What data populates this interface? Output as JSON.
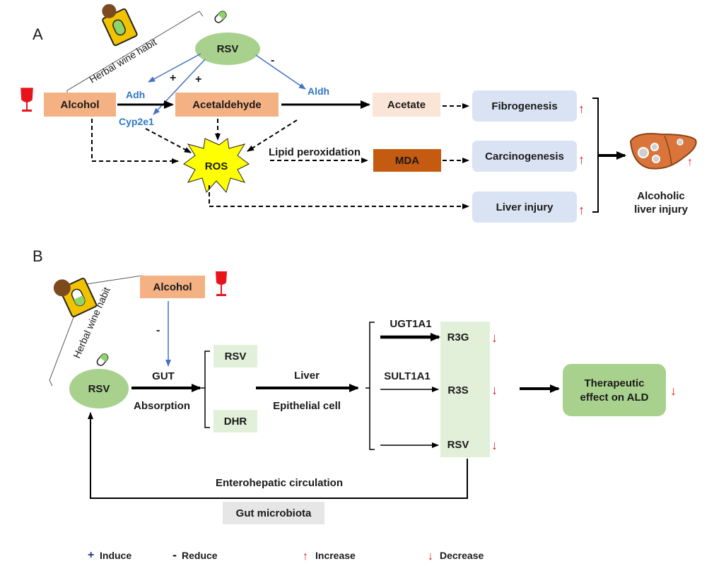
{
  "panelA": {
    "label": "A",
    "habit": "Herbal wine habit",
    "rsv": "RSV",
    "alcohol": "Alcohol",
    "acetaldehyde": "Acetaldehyde",
    "acetate": "Acetate",
    "adh": "Adh",
    "cyp": "Cyp2e1",
    "aldh": "Aldh",
    "plus1": "+",
    "plus2": "+",
    "minus": "-",
    "ros": "ROS",
    "lipid": "Lipid  peroxidation",
    "mda": "MDA",
    "fibro": "Fibrogenesis",
    "carci": "Carcinogenesis",
    "injury": "Liver injury",
    "alc_liver_1": "Alcoholic",
    "alc_liver_2": "liver injury",
    "up": "↑"
  },
  "panelB": {
    "label": "B",
    "habit": "Herbal wine habit",
    "alcohol": "Alcohol",
    "minus": "-",
    "rsv": "RSV",
    "gut": "GUT",
    "absorption": "Absorption",
    "rsv_box": "RSV",
    "dhr_box": "DHR",
    "liver": "Liver",
    "epithelial": "Epithelial cell",
    "ugt": "UGT1A1",
    "sult": "SULT1A1",
    "r3g": "R3G",
    "r3s": "R3S",
    "rsv_out": "RSV",
    "down": "↓",
    "thera_1": "Therapeutic",
    "thera_2": "effect on ALD",
    "entero": "Enterohepatic circulation",
    "microbiota": "Gut microbiota"
  },
  "legend": {
    "plus_sym": "+",
    "plus_text": "Induce",
    "minus_sym": "-",
    "minus_text": "Reduce",
    "up_sym": "↑",
    "up_text": "Increase",
    "down_sym": "↓",
    "down_text": "Decrease"
  },
  "colors": {
    "alcohol_box": "#f4b183",
    "acetate_box": "#fbe5d6",
    "mda_box": "#c55a11",
    "outcome_box": "#dae3f3",
    "rsv_ellipse": "#a9d18e",
    "green_box": "#e2f0d9",
    "thera_box": "#a9d18e",
    "gut_box": "#e7e6e6",
    "blue_arrow": "#4472c4",
    "red": "#e8141c"
  }
}
